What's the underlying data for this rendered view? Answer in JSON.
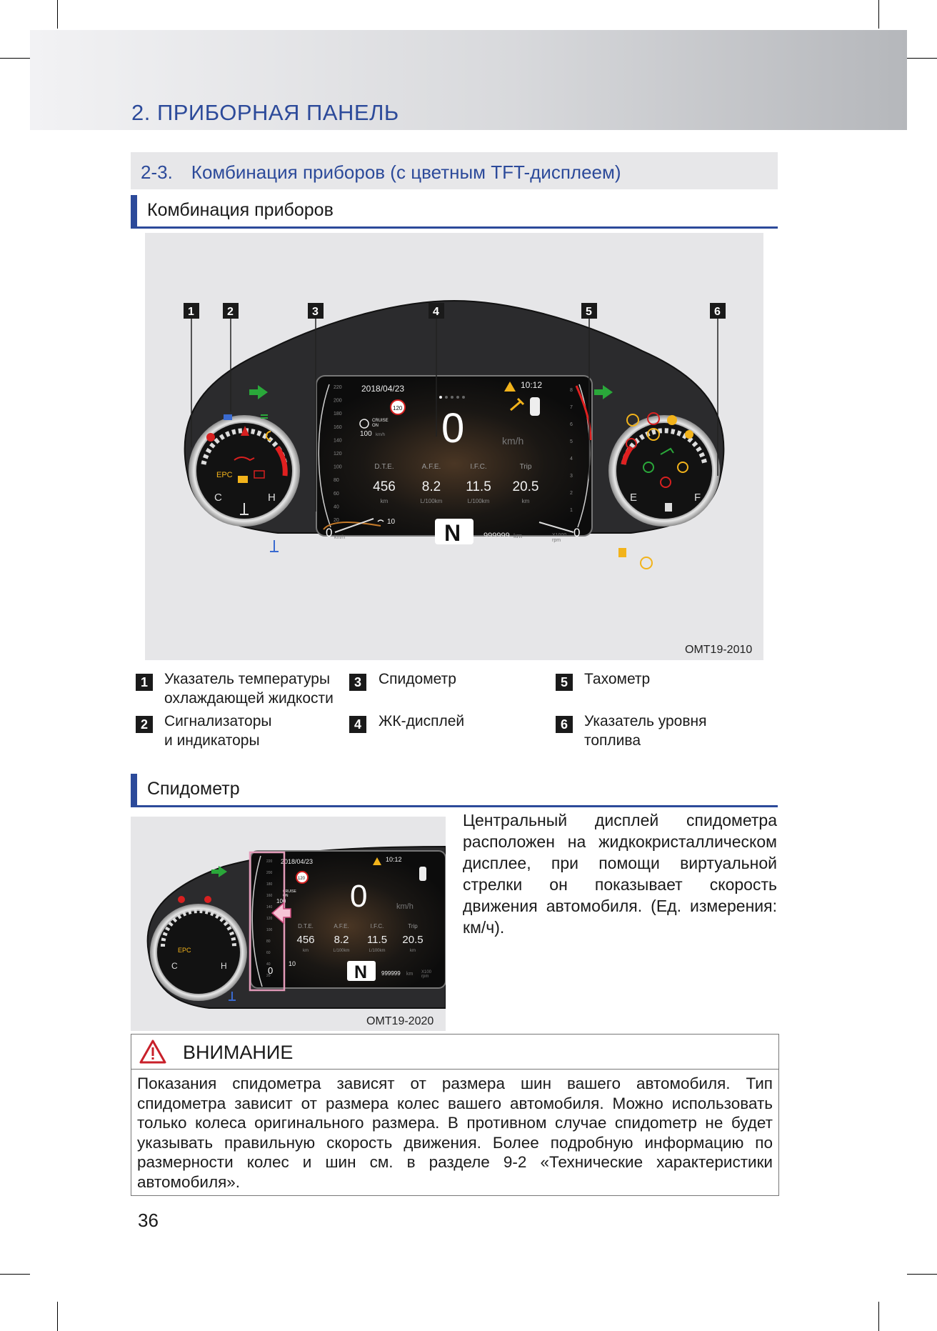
{
  "header": {
    "chapter_title": "2. ПРИБОРНАЯ ПАНЕЛЬ"
  },
  "section": {
    "title": "2-3. Комбинация приборов (с цветным TFT-дисплеем)"
  },
  "subsection1": {
    "title": "Комбинация приборов"
  },
  "figure1": {
    "caption": "OMT19-2010",
    "callouts": [
      "1",
      "2",
      "3",
      "4",
      "5",
      "6"
    ],
    "display": {
      "date": "2018/04/23",
      "time": "10:12",
      "speed": "0",
      "speed_unit": "km/h",
      "speed_limit": "120",
      "cruise_label": "CRUISE",
      "cruise_state": "ON",
      "cruise_speed": "100",
      "cruise_unit": "km/h",
      "trip_headers": [
        "D.T.E.",
        "A.F.E.",
        "I.F.C.",
        "Trip"
      ],
      "trip_values": [
        "456",
        "8.2",
        "11.5",
        "20.5"
      ],
      "trip_units": [
        "km",
        "L/100km",
        "L/100km",
        "km"
      ],
      "volume": "10",
      "gear": "N",
      "odometer": "999999",
      "odo_unit": "km",
      "speedo_needle": "0",
      "speedo_unit": "km/h",
      "tacho_needle": "0",
      "tacho_unit_1": "X1000",
      "tacho_unit_2": "rpm",
      "speedo_ticks": [
        "220",
        "200",
        "180",
        "160",
        "140",
        "120",
        "100",
        "80",
        "60",
        "40",
        "20"
      ],
      "tacho_ticks": [
        "8",
        "7",
        "6",
        "5",
        "4",
        "3",
        "2",
        "1"
      ]
    },
    "left_gauge": {
      "cold": "C",
      "hot": "H",
      "epc": "EPC"
    },
    "right_gauge": {
      "empty": "E",
      "full": "F"
    }
  },
  "legend": [
    {
      "num": "1",
      "text": [
        "Указатель температуры",
        "охлаждающей жидкости"
      ]
    },
    {
      "num": "2",
      "text": [
        "Сигнализаторы",
        "и индикаторы"
      ]
    },
    {
      "num": "3",
      "text": [
        "Спидометр"
      ]
    },
    {
      "num": "4",
      "text": [
        "ЖК-дисплей"
      ]
    },
    {
      "num": "5",
      "text": [
        "Тахометр"
      ]
    },
    {
      "num": "6",
      "text": [
        "Указатель уровня",
        "топлива"
      ]
    }
  ],
  "subsection2": {
    "title": "Спидометр"
  },
  "figure2": {
    "caption": "OMT19-2020",
    "display": {
      "date": "2018/04/23",
      "time": "10:12",
      "speed": "0",
      "speed_unit": "km/h",
      "speed_limit": "120",
      "cruise_label": "CRUISE",
      "cruise_state": "ON",
      "cruise_speed": "100",
      "trip_headers": [
        "D.T.E.",
        "A.F.E.",
        "I.F.C.",
        "Trip"
      ],
      "trip_values": [
        "456",
        "8.2",
        "11.5",
        "20.5"
      ],
      "trip_units": [
        "km",
        "L/100km",
        "L/100km",
        "km"
      ],
      "volume": "10",
      "gear": "N",
      "odometer": "999999",
      "odo_unit": "km",
      "needle": "0",
      "tacho_unit_1": "X100",
      "tacho_unit_2": "rpm",
      "speedo_ticks": [
        "220",
        "200",
        "180",
        "160",
        "140",
        "120",
        "100",
        "80",
        "60",
        "40",
        "20"
      ]
    },
    "left_gauge": {
      "cold": "C",
      "hot": "H",
      "epc": "EPC"
    }
  },
  "body_text": "Центральный дисплей спидометра расположен на жидкокристалличе­ском дисплее, при помощи виртуаль­ной стрелки он показывает скорость движения автомобиля. (Ед. измере­ния: км/ч).",
  "warning": {
    "title": "ВНИМАНИЕ",
    "text": "Показания спидометра зависят от размера шин вашего автомобиля. Тип спидометра зависит от размера колес вашего автомобиля. Можно исполь­зовать только колеса оригинального размера. В противном случае спидо­mетр не будет указывать правильную скорость движения. Более подробную информацию по размерности колес и шин см. в разделе 9-2 «Технические характеристики автомобиля»."
  },
  "page_number": "36",
  "colors": {
    "accent": "#2c4a9a",
    "warning_red": "#c8202a"
  }
}
